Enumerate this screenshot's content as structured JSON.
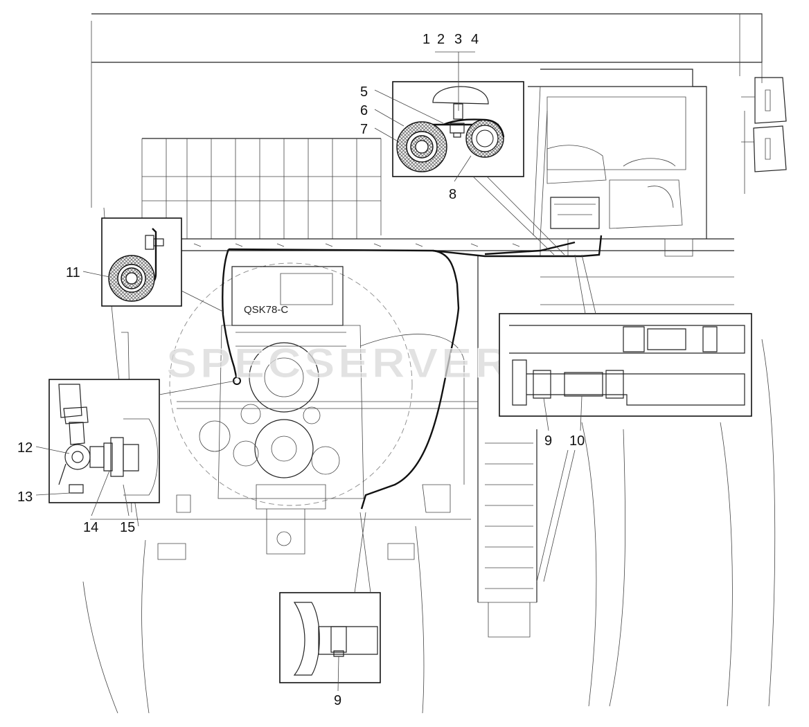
{
  "diagram": {
    "watermark": "SPECSERVER.COM",
    "engine_label": "QSK78-C",
    "callouts": {
      "c1": "1",
      "c2": "2",
      "c3": "3",
      "c4": "4",
      "c5": "5",
      "c6": "6",
      "c7": "7",
      "c8": "8",
      "c9a": "9",
      "c9b": "9",
      "c10": "10",
      "c11": "11",
      "c12": "12",
      "c13": "13",
      "c14": "14",
      "c15": "15"
    }
  }
}
